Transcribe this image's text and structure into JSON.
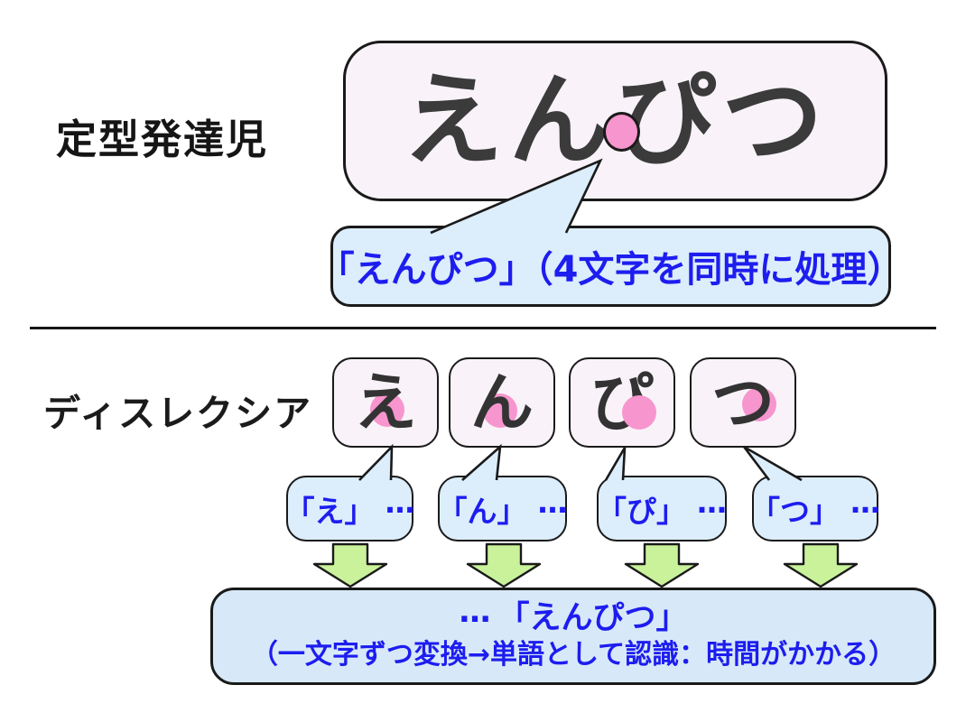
{
  "colors": {
    "text_blue": "#1d1def",
    "dot_pink": "#f795ce",
    "arrow_green": "#c9f29b",
    "bubble_blue": "#dcedfb",
    "box_pink_white": "#f9f3f9",
    "result_box_blue": "#d7e9f8",
    "outline_black": "#1a1a1a"
  },
  "top_section": {
    "label": "定型発達児",
    "word": "えんぴつ",
    "bubble_text": "「えんぴつ」（4文字を同時に処理）"
  },
  "bottom_section": {
    "label": "ディスレクシア",
    "char_boxes": [
      {
        "char": "え"
      },
      {
        "char": "ん"
      },
      {
        "char": "ぴ"
      },
      {
        "char": "つ"
      }
    ],
    "bubbles": [
      {
        "label": "「え」",
        "dots": "…"
      },
      {
        "label": "「ん」",
        "dots": "…"
      },
      {
        "label": "「ぴ」",
        "dots": "…"
      },
      {
        "label": "「つ」",
        "dots": "…"
      }
    ],
    "result": {
      "dots": "…",
      "line1": "「えんぴつ」",
      "line2": "（一文字ずつ変換→単語として認識：時間がかかる）"
    }
  }
}
